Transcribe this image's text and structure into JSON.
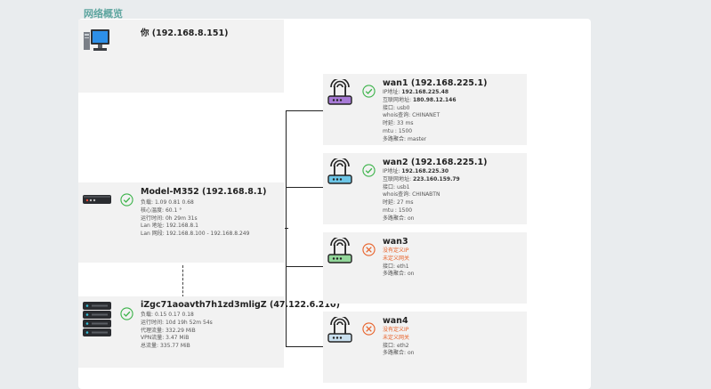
{
  "page": {
    "title": "网络概览"
  },
  "you": {
    "title": "你 (192.168.8.151)"
  },
  "router": {
    "title": "Model-M352 (192.168.8.1)",
    "rows": [
      {
        "label": "负载: ",
        "value": "1.09 0.81 0.68"
      },
      {
        "label": "核心温度: ",
        "value": "60.1 °"
      },
      {
        "label": "运行时间: ",
        "value": "0h 29m 31s"
      },
      {
        "label": "Lan 地址: ",
        "value": "192.168.8.1"
      },
      {
        "label": "Lan 网段: ",
        "value": "192.168.8.100 - 192.168.8.249"
      }
    ]
  },
  "server": {
    "title": "iZgc71aoavth7h1zd3mligZ (47.122.6.210)",
    "rows": [
      {
        "label": "负载: ",
        "value": "0.15 0.17 0.18"
      },
      {
        "label": "运行时间: ",
        "value": "10d 19h 52m 54s"
      },
      {
        "label": "代理流量: ",
        "value": "332.29 MiB"
      },
      {
        "label": "VPN流量: ",
        "value": "3.47 MiB"
      },
      {
        "label": "总流量: ",
        "value": "335.77 MiB"
      }
    ]
  },
  "wans": [
    {
      "title": "wan1 (192.168.225.1)",
      "color": "#a77ad6",
      "rows": [
        {
          "label": "IP地址: ",
          "value": "192.168.225.48",
          "bold": true
        },
        {
          "label": "互联网地址: ",
          "value": "180.98.12.146",
          "bold": true
        },
        {
          "label": "接口: ",
          "value": "usb0"
        },
        {
          "label": "whois查询: ",
          "value": "CHINANET"
        },
        {
          "label": "时延: ",
          "value": "33 ms"
        },
        {
          "label": "mtu : ",
          "value": "1500"
        },
        {
          "label": "多路聚合: ",
          "value": "master"
        }
      ]
    },
    {
      "title": "wan2 (192.168.225.1)",
      "color": "#6cc5e6",
      "rows": [
        {
          "label": "IP地址: ",
          "value": "192.168.225.30",
          "bold": true
        },
        {
          "label": "互联网地址: ",
          "value": "223.160.159.79",
          "bold": true
        },
        {
          "label": "接口: ",
          "value": "usb1"
        },
        {
          "label": "whois查询: ",
          "value": "CHINABTN"
        },
        {
          "label": "时延: ",
          "value": "27 ms"
        },
        {
          "label": "mtu : ",
          "value": "1500"
        },
        {
          "label": "多路聚合: ",
          "value": "on"
        }
      ]
    },
    {
      "title": "wan3",
      "color": "#92d69a",
      "rows": [
        {
          "label": "",
          "value": "没有定义IP",
          "warn": true
        },
        {
          "label": "",
          "value": "未定义网关",
          "warn": true
        },
        {
          "label": "接口: ",
          "value": "eth1"
        },
        {
          "label": "多路聚合: ",
          "value": "on"
        }
      ]
    },
    {
      "title": "wan4",
      "color": "#c9dfee",
      "rows": [
        {
          "label": "",
          "value": "没有定义IP",
          "warn": true
        },
        {
          "label": "",
          "value": "未定义网关",
          "warn": true
        },
        {
          "label": "接口: ",
          "value": "eth2"
        },
        {
          "label": "多路聚合: ",
          "value": "on"
        }
      ]
    }
  ],
  "colors": {
    "ok": "#3cb34a",
    "fail": "#e8622a",
    "title": "#5fa6a0"
  },
  "icons": {
    "ok": "check-circle-icon",
    "fail": "x-circle-icon"
  }
}
